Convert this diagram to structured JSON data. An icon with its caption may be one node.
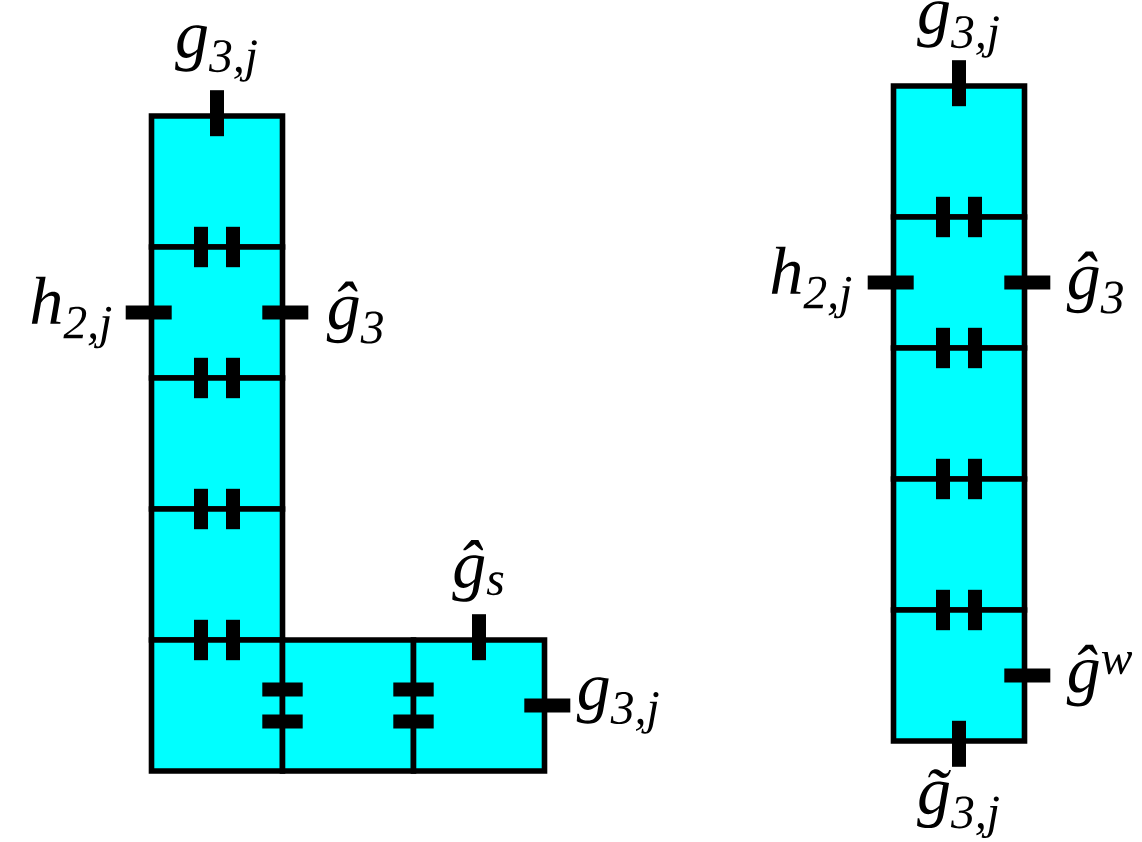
{
  "diagram": {
    "nodes": [
      {
        "text": [],
        "shape": "box",
        "beside": [
          "g$_{3,j}$"
        ]
      },
      {
        "text": [],
        "shape": "box",
        "beside": [
          "h$_{2,j}$",
          "ĝ$_{3}$"
        ]
      },
      {
        "text": [],
        "shape": "box"
      },
      {
        "text": [],
        "shape": "box"
      },
      {
        "text": [],
        "shape": "box"
      },
      {
        "text": [],
        "shape": "box"
      },
      {
        "text": [],
        "shape": "box",
        "beside": [
          "ĝ$_{s}$",
          "g$_{3,j}$"
        ]
      },
      {
        "text": [],
        "shape": "box",
        "beside": [
          "g$_{3,j}$"
        ]
      },
      {
        "text": [],
        "shape": "box",
        "beside": [
          "h$_{2,j}$",
          "ĝ$_{3}$"
        ]
      },
      {
        "text": [],
        "shape": "box"
      },
      {
        "text": [],
        "shape": "box"
      },
      {
        "text": [],
        "shape": "box",
        "beside": [
          "ĝ$^{w}$",
          "g̃$_{3,j}$"
        ]
      }
    ],
    "edges": [
      {
        "from": null,
        "to": 0,
        "arrow": "none"
      },
      {
        "from": 0,
        "to": 1,
        "arrow": "none"
      },
      {
        "from": 0,
        "to": 1,
        "arrow": "none"
      },
      {
        "from": null,
        "to": 1,
        "arrow": "none"
      },
      {
        "from": null,
        "to": 1,
        "arrow": "none"
      },
      {
        "from": 1,
        "to": 2,
        "arrow": "none"
      },
      {
        "from": 1,
        "to": 2,
        "arrow": "none"
      },
      {
        "from": 2,
        "to": 3,
        "arrow": "none"
      },
      {
        "from": 2,
        "to": 3,
        "arrow": "none"
      },
      {
        "from": 3,
        "to": 4,
        "arrow": "none"
      },
      {
        "from": 3,
        "to": 4,
        "arrow": "none"
      },
      {
        "from": 4,
        "to": 5,
        "arrow": "none"
      },
      {
        "from": 4,
        "to": 5,
        "arrow": "none"
      },
      {
        "from": 5,
        "to": 6,
        "arrow": "none"
      },
      {
        "from": 5,
        "to": 6,
        "arrow": "none"
      },
      {
        "from": null,
        "to": 6,
        "arrow": "none"
      },
      {
        "from": null,
        "to": 6,
        "arrow": "none"
      },
      {
        "from": null,
        "to": 7,
        "arrow": "none"
      },
      {
        "from": 7,
        "to": 8,
        "arrow": "none"
      },
      {
        "from": 7,
        "to": 8,
        "arrow": "none"
      },
      {
        "from": null,
        "to": 8,
        "arrow": "none"
      },
      {
        "from": null,
        "to": 8,
        "arrow": "none"
      },
      {
        "from": 8,
        "to": 9,
        "arrow": "none"
      },
      {
        "from": 8,
        "to": 9,
        "arrow": "none"
      },
      {
        "from": 9,
        "to": 10,
        "arrow": "none"
      },
      {
        "from": 9,
        "to": 10,
        "arrow": "none"
      },
      {
        "from": 10,
        "to": 11,
        "arrow": "none"
      },
      {
        "from": 10,
        "to": 11,
        "arrow": "none"
      },
      {
        "from": null,
        "to": 11,
        "arrow": "none"
      },
      {
        "from": null,
        "to": 11,
        "arrow": "none"
      }
    ]
  }
}
